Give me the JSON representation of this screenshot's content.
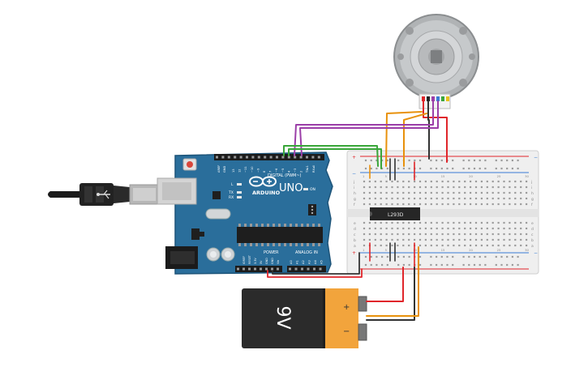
{
  "arduino": {
    "brand": "ARDUINO",
    "model": "UNO",
    "digital_label": "DIGITAL (PWM~)",
    "power_label": "POWER",
    "analog_label": "ANALOG IN",
    "tx_label": "TX",
    "rx_label": "RX",
    "l_label": "L",
    "on_label": "ON",
    "aref_label": "AREF",
    "gnd_label": "GND",
    "digital_pins": [
      "13",
      "12",
      "~11",
      "~10",
      "~9",
      "8",
      "7",
      "~6",
      "~5",
      "4",
      "~3",
      "2",
      "TX▸1",
      "RX◂0"
    ],
    "power_pins": [
      "IOREF",
      "RESET",
      "3.3V",
      "5V",
      "GND",
      "GND",
      "Vin"
    ],
    "analog_pins": [
      "A0",
      "A1",
      "A2",
      "A3",
      "A4",
      "A5"
    ]
  },
  "chip": {
    "label": "L293D"
  },
  "battery": {
    "label": "9V",
    "plus": "+",
    "minus": "−"
  },
  "breadboard": {
    "column_numbers_top": [
      "1",
      "5",
      "10",
      "15",
      "20",
      "25",
      "30"
    ],
    "row_letters_top": [
      "j",
      "i",
      "h",
      "g",
      "f"
    ],
    "row_letters_bottom": [
      "e",
      "d",
      "c",
      "b",
      "a"
    ],
    "rail_plus": "+",
    "rail_minus": "−"
  },
  "colors": {
    "board": "#2a6e9b",
    "board_dark": "#1d5479",
    "wire_red": "#e0262b",
    "wire_black": "#333333",
    "wire_green": "#3aa63a",
    "wire_purple": "#9b3ea8",
    "wire_orange": "#e8910c",
    "wire_yellow": "#e8c21c",
    "wire_blue": "#3a7bd5",
    "breadboard": "#efefef",
    "battery_orange": "#f2a43c",
    "battery_black": "#2b2b2b"
  }
}
